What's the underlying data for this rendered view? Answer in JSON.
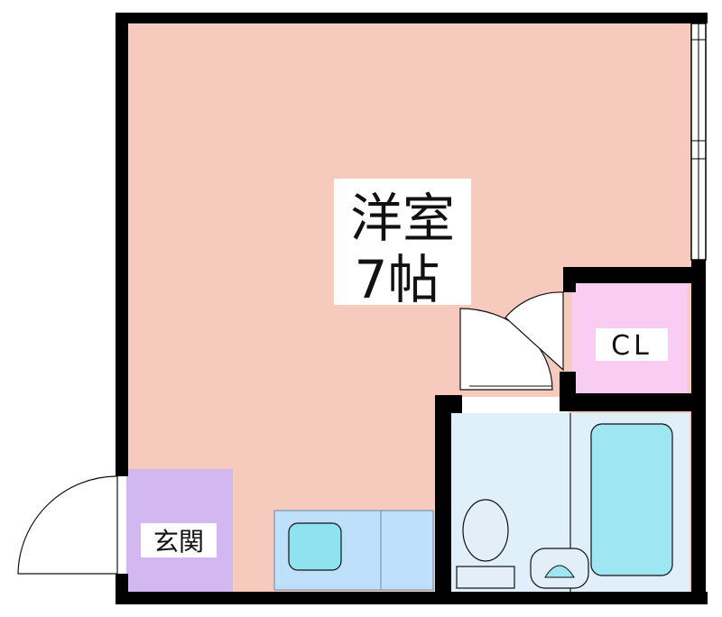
{
  "rooms": {
    "western_room": {
      "name": "洋室",
      "size": "7帖"
    },
    "closet": {
      "name": "CL"
    },
    "entrance": {
      "name": "玄関"
    }
  },
  "colors": {
    "wall": "#000000",
    "western_room": "#f6cbbd",
    "closet": "#f9ccf3",
    "entrance": "#d3b7f0",
    "bathroom": "#e0f0fb",
    "bathtub": "#9fe6f3",
    "kitchen": "#bfe0fb",
    "sink": "#8fe3f1",
    "toilet": "#e2eff8",
    "label_bg": "#ffffff"
  },
  "icons": [
    "door-swing-icon",
    "sink-icon",
    "bathtub-icon",
    "toilet-icon",
    "washbasin-icon",
    "window-icon"
  ]
}
